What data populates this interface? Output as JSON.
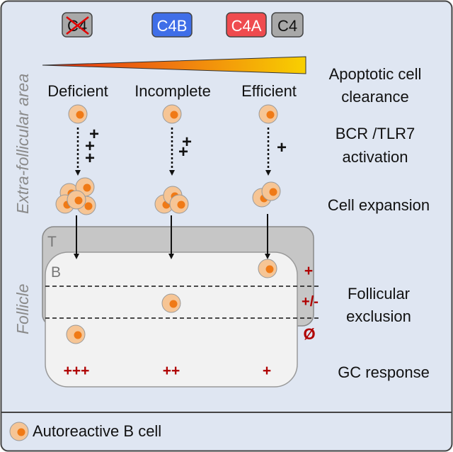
{
  "complement_boxes": {
    "c4_deleted": "C4",
    "c4b": "C4B",
    "c4a": "C4A",
    "c4": "C4"
  },
  "colors": {
    "background": "#dfe6f2",
    "c4b_box": "#3f6ee8",
    "c4a_box": "#ef4b4f",
    "c4_box": "#a0a0a0",
    "red_text": "#b00000",
    "cell_fill": "#f6c595",
    "cell_nucleus": "#f07a16"
  },
  "side_labels": {
    "extrafollicular": "Extra-follicular area",
    "follicle": "Follicle"
  },
  "columns": {
    "deficient": "Deficient",
    "incomplete": "Incomplete",
    "efficient": "Efficient"
  },
  "row_labels": {
    "apoptotic_line1": "Apoptotic cell",
    "apoptotic_line2": "clearance",
    "bcr_line1": "BCR /TLR7",
    "bcr_line2": "activation",
    "expansion": "Cell expansion",
    "exclusion_line1": "Follicular",
    "exclusion_line2": "exclusion",
    "gc": "GC response"
  },
  "activation_signs": {
    "deficient": "+",
    "incomplete": "+",
    "efficient": "+"
  },
  "zones": {
    "t": "T",
    "b": "B"
  },
  "exclusion_marks": {
    "top": "+",
    "middle": "+/-",
    "bottom": "Ø"
  },
  "gc_response": {
    "deficient": "+++",
    "incomplete": "++",
    "efficient": "+"
  },
  "legend": {
    "label": "Autoreactive  B cell"
  }
}
